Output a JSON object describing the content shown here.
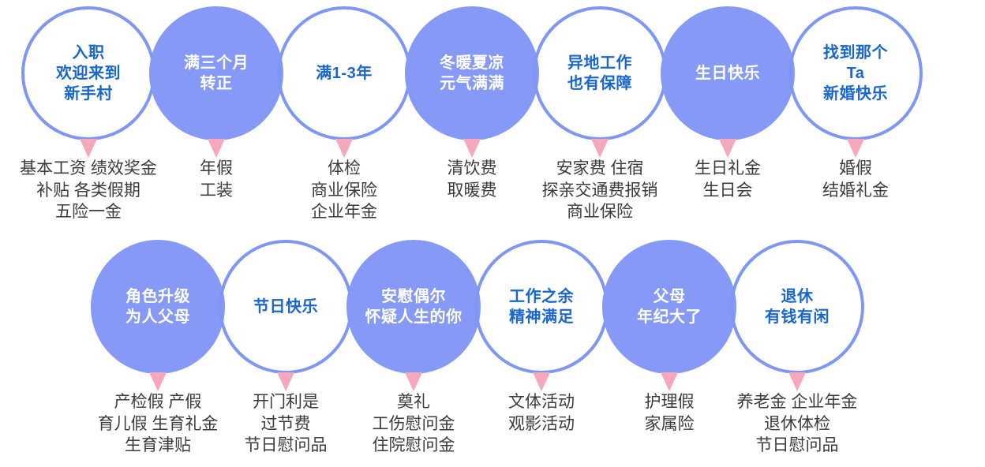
{
  "theme": {
    "bubble_fill": "#8799F6",
    "bubble_outline": "#7E97F7",
    "filled_text": "#FFFFFF",
    "outlined_text": "#1866CE",
    "arrow": "#F5A7BC",
    "caption_text": "#3B3B3B",
    "background": "#FFFFFF"
  },
  "rows": [
    {
      "name": "top-row",
      "nodes": [
        {
          "style": "outlined",
          "title": "入职\n欢迎来到\n新手村",
          "benefits": "基本工资 绩效奖金\n补贴 各类假期\n五险一金"
        },
        {
          "style": "filled",
          "title": "满三个月\n转正",
          "benefits": "年假\n工装"
        },
        {
          "style": "outlined",
          "title": "满1-3年",
          "benefits": "体检\n商业保险\n企业年金"
        },
        {
          "style": "filled",
          "title": "冬暖夏凉\n元气满满",
          "benefits": "清饮费\n取暖费"
        },
        {
          "style": "outlined",
          "title": "异地工作\n也有保障",
          "benefits": "安家费 住宿\n探亲交通费报销\n商业保险"
        },
        {
          "style": "filled",
          "title": "生日快乐",
          "benefits": "生日礼金\n生日会"
        },
        {
          "style": "outlined",
          "title": "找到那个\nTa\n新婚快乐",
          "benefits": "婚假\n结婚礼金"
        }
      ]
    },
    {
      "name": "bottom-row",
      "nodes": [
        {
          "style": "filled",
          "title": "角色升级\n为人父母",
          "benefits": "产检假 产假\n育儿假 生育礼金\n生育津贴"
        },
        {
          "style": "outlined",
          "title": "节日快乐",
          "benefits": "开门利是\n过节费\n节日慰问品"
        },
        {
          "style": "filled",
          "title": "安慰偶尔\n怀疑人生的你",
          "benefits": "奠礼\n工伤慰问金\n住院慰问金"
        },
        {
          "style": "outlined",
          "title": "工作之余\n精神满足",
          "benefits": "文体活动\n观影活动"
        },
        {
          "style": "filled",
          "title": "父母\n年纪大了",
          "benefits": "护理假\n家属险"
        },
        {
          "style": "outlined",
          "title": "退休\n有钱有闲",
          "benefits": "养老金 企业年金\n退休体检\n节日慰问品"
        }
      ]
    }
  ]
}
